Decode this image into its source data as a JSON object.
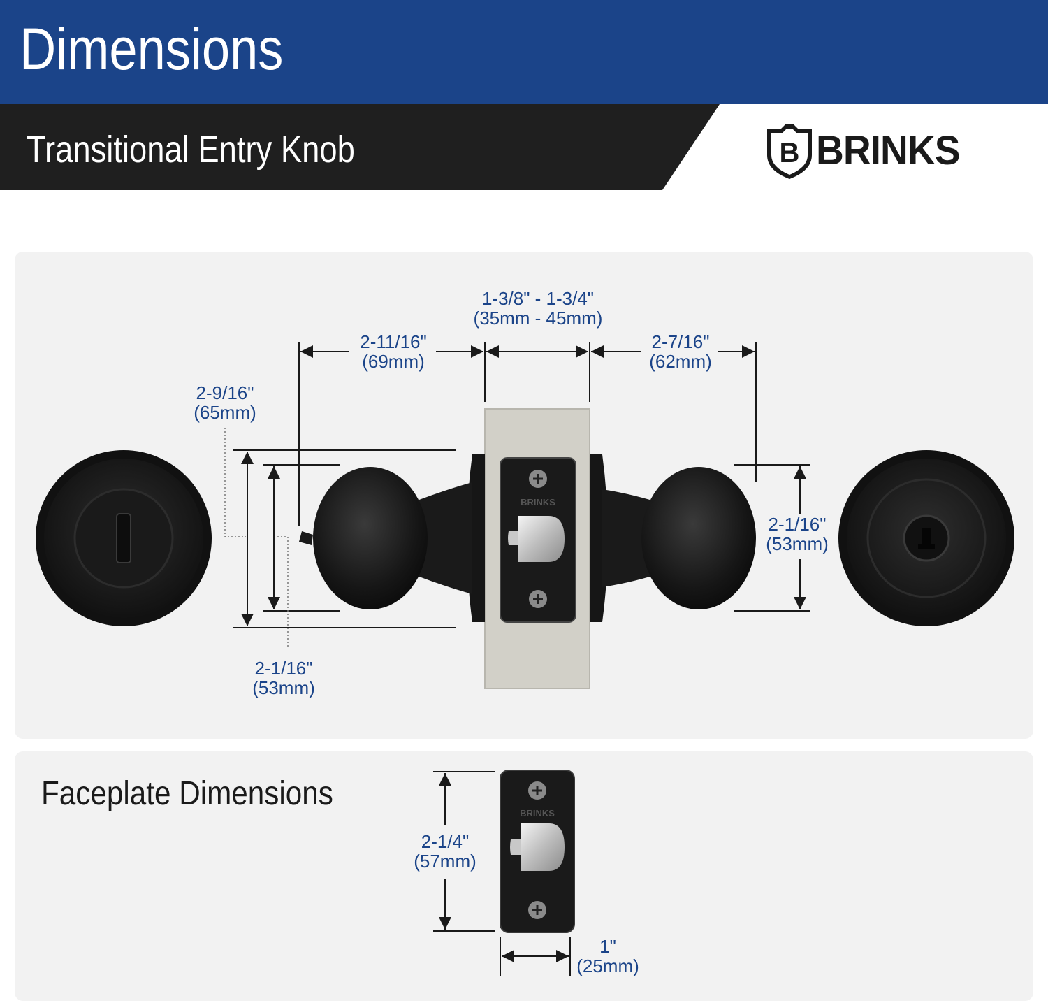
{
  "header": {
    "title": "Dimensions",
    "subtitle": "Transitional Entry Knob",
    "brand": "BRINKS",
    "brand_mark": "B"
  },
  "colors": {
    "header_blue": "#1b4489",
    "sub_band": "#1f1f1f",
    "panel": "#f2f2f2",
    "dimension_text": "#1b4489",
    "hardware": "#1a1a1a"
  },
  "diagram": {
    "door_thickness": {
      "imperial": "1-3/8\" - 1-3/4\"",
      "metric": "(35mm - 45mm)"
    },
    "interior_projection": {
      "imperial": "2-11/16\"",
      "metric": "(69mm)"
    },
    "exterior_projection": {
      "imperial": "2-7/16\"",
      "metric": "(62mm)"
    },
    "rose_diameter": {
      "imperial": "2-9/16\"",
      "metric": "(65mm)"
    },
    "knob_diameter_left": {
      "imperial": "2-1/16\"",
      "metric": "(53mm)"
    },
    "knob_diameter_right": {
      "imperial": "2-1/16\"",
      "metric": "(53mm)"
    },
    "latch_brand": "BRINKS"
  },
  "faceplate": {
    "title": "Faceplate Dimensions",
    "height": {
      "imperial": "2-1/4\"",
      "metric": "(57mm)"
    },
    "width": {
      "imperial": "1\"",
      "metric": "(25mm)"
    }
  }
}
